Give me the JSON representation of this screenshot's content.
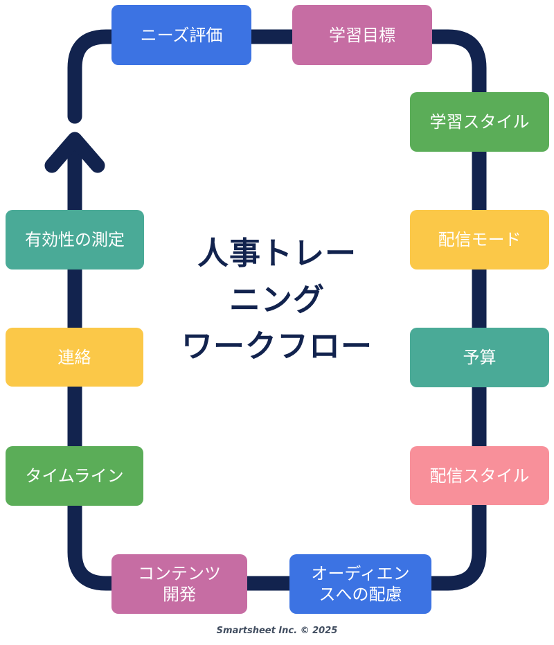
{
  "title": {
    "text": "人事トレー\nニング\nワークフロー"
  },
  "footer": {
    "credit": "Smartsheet Inc. © 2025"
  },
  "palette": {
    "navy": "#12234E",
    "blue": "#3C73E3",
    "magenta": "#C66DA3",
    "green": "#5BAD58",
    "yellow": "#FBC848",
    "teal": "#4AAA97",
    "salmon": "#F8909A"
  },
  "steps": [
    {
      "id": "needs-assessment",
      "label": "ニーズ評価",
      "color": "#3C73E3"
    },
    {
      "id": "learning-objectives",
      "label": "学習目標",
      "color": "#C66DA3"
    },
    {
      "id": "learning-styles",
      "label": "学習スタイル",
      "color": "#5BAD58"
    },
    {
      "id": "delivery-mode",
      "label": "配信モード",
      "color": "#FBC848"
    },
    {
      "id": "budget",
      "label": "予算",
      "color": "#4AAA97"
    },
    {
      "id": "delivery-style",
      "label": "配信スタイル",
      "color": "#F8909A"
    },
    {
      "id": "audience-considerations",
      "label": "オーディエン\nスへの配慮",
      "color": "#3C73E3"
    },
    {
      "id": "content-development",
      "label": "コンテンツ\n開発",
      "color": "#C66DA3"
    },
    {
      "id": "timeline",
      "label": "タイムライン",
      "color": "#5BAD58"
    },
    {
      "id": "communication",
      "label": "連絡",
      "color": "#FBC848"
    },
    {
      "id": "measure-effectiveness",
      "label": "有効性の測定",
      "color": "#4AAA97"
    }
  ]
}
